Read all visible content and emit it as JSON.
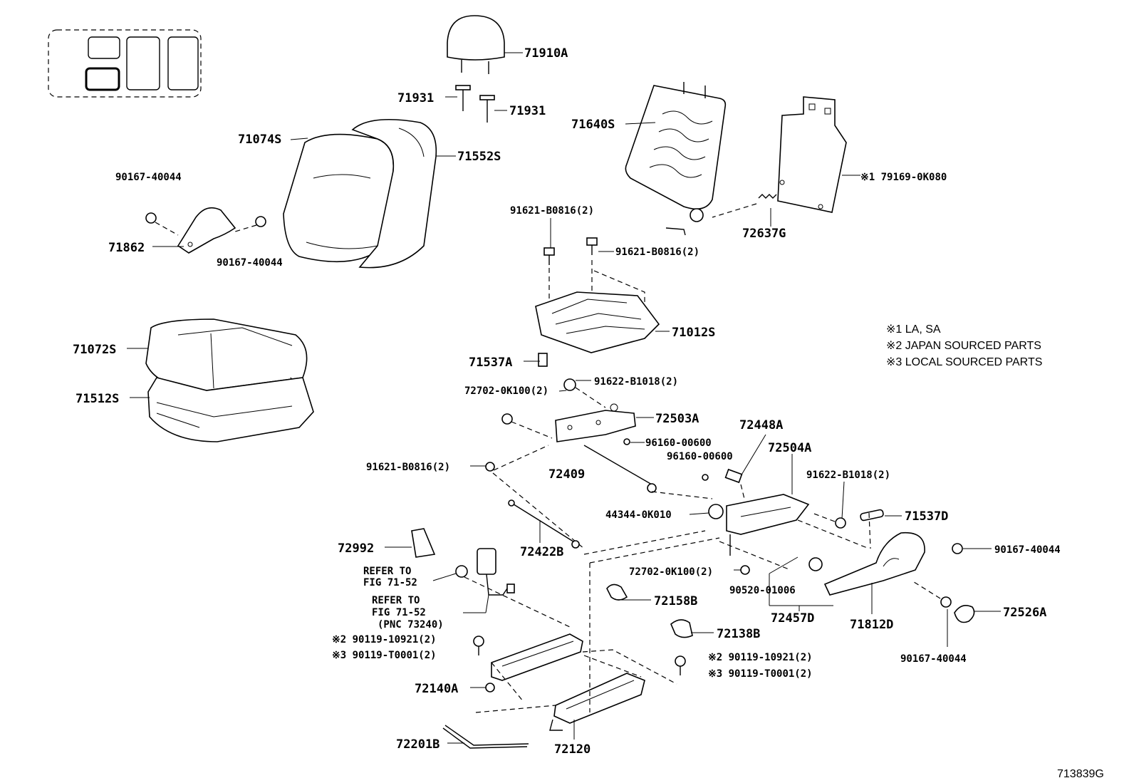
{
  "labels": {
    "l71910A": "71910A",
    "l71931a": "71931",
    "l71931b": "71931",
    "l71074S": "71074S",
    "l71552S": "71552S",
    "l71640S": "71640S",
    "l79169": "※1 79169-0K080",
    "l90167a": "90167-40044",
    "l71862": "71862",
    "l90167b": "90167-40044",
    "l91621a": "91621-B0816(2)",
    "l91621b": "91621-B0816(2)",
    "l72637G": "72637G",
    "l71072S": "71072S",
    "l71512S": "71512S",
    "l71012S": "71012S",
    "l71537A": "71537A",
    "l91622a": "91622-B1018(2)",
    "l72702a": "72702-0K100(2)",
    "l72503A": "72503A",
    "l96160a": "96160-00600",
    "l72448A": "72448A",
    "l96160b": "96160-00600",
    "l72504A": "72504A",
    "l91621c": "91621-B0816(2)",
    "l72409": "72409",
    "l91622b": "91622-B1018(2)",
    "l44344": "44344-0K010",
    "l71537D": "71537D",
    "l72992": "72992",
    "l72422B": "72422B",
    "l90167c": "90167-40044",
    "l72702b": "72702-0K100(2)",
    "l90520": "90520-01006",
    "l72158B": "72158B",
    "l72457D": "72457D",
    "l71812D": "71812D",
    "l72526A": "72526A",
    "l72138B": "72138B",
    "l90167d": "90167-40044",
    "l90119a": "※2 90119-10921(2)",
    "l90119b": "※3 90119-T0001(2)",
    "l90119c": "※2 90119-10921(2)",
    "l90119d": "※3 90119-T0001(2)",
    "l72140A": "72140A",
    "l72201B": "72201B",
    "l72120": "72120",
    "refer1a": "REFER TO",
    "refer1b": "FIG 71-52",
    "refer2a": "REFER TO",
    "refer2b": "FIG 71-52",
    "refer2c": "(PNC 73240)"
  },
  "notes": [
    "※1 LA, SA",
    "※2 JAPAN SOURCED PARTS",
    "※3 LOCAL SOURCED PARTS"
  ],
  "figure_number": "713839G"
}
